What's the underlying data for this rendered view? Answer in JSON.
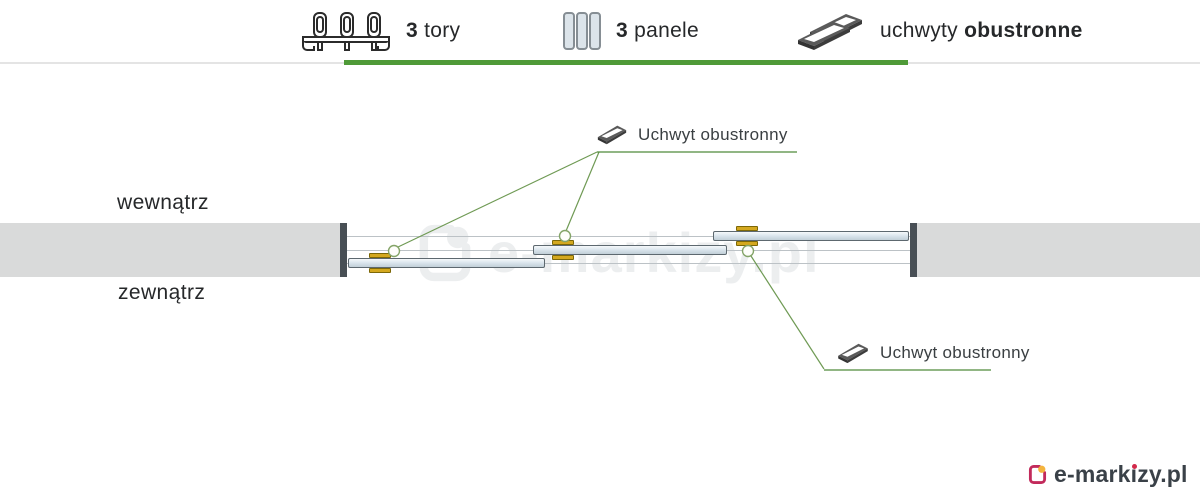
{
  "header": {
    "item1": {
      "count": "3",
      "label": "tory"
    },
    "item2": {
      "count": "3",
      "label": "panele"
    },
    "item3": {
      "normal": "uchwyty",
      "bold": "obustronne"
    },
    "accent_color": "#4f9a38"
  },
  "diagram": {
    "inside_label": "wewnątrz",
    "outside_label": "zewnątrz",
    "callout_top": "Uchwyt obustronny",
    "callout_bottom": "Uchwyt obustronny",
    "tracks_count": 3,
    "panels_count": 3,
    "watermark_text": "e-markizy.pl",
    "colors": {
      "accent_green": "#4f9a38",
      "callout_line_green": "#6f9a54",
      "handle_gold": "#d4a81f",
      "panel_fill": "#dce6ed",
      "wall_gray": "#d9dada",
      "jamb_dark": "#484f55"
    }
  },
  "footer": {
    "logo_before_i": "e-mark",
    "logo_i": "ı",
    "logo_after_i": "zy.pl",
    "logo_brand_color": "#c22a5b",
    "logo_dot_color": "#f4b43e"
  }
}
